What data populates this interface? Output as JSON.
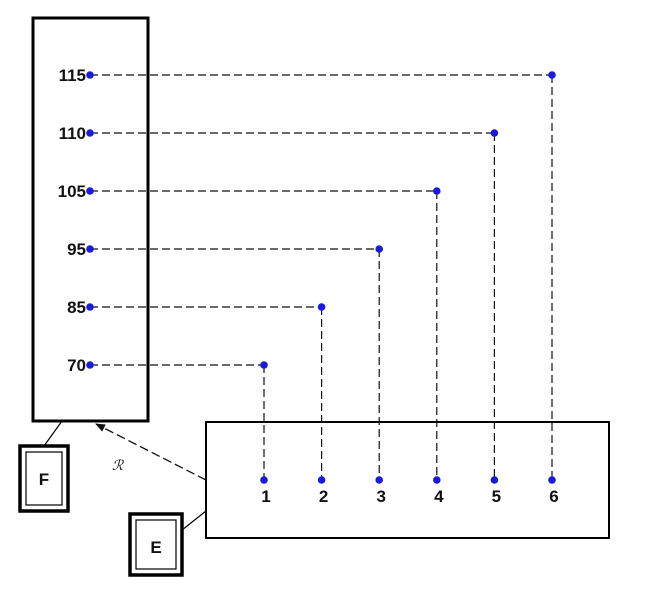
{
  "diagram": {
    "left_values": [
      "70",
      "85",
      "95",
      "105",
      "110",
      "115"
    ],
    "right_labels": [
      "1",
      "2",
      "3",
      "4",
      "5",
      "6"
    ],
    "mappings": [
      {
        "from": "70",
        "to": "1"
      },
      {
        "from": "85",
        "to": "2"
      },
      {
        "from": "95",
        "to": "3"
      },
      {
        "from": "105",
        "to": "4"
      },
      {
        "from": "110",
        "to": "5"
      },
      {
        "from": "115",
        "to": "6"
      }
    ],
    "set_f_label": "F",
    "set_e_label": "E",
    "relation_label": "ℛ",
    "colors": {
      "point": "#1a1adb",
      "line": "#111111",
      "frame": "#000000"
    }
  }
}
